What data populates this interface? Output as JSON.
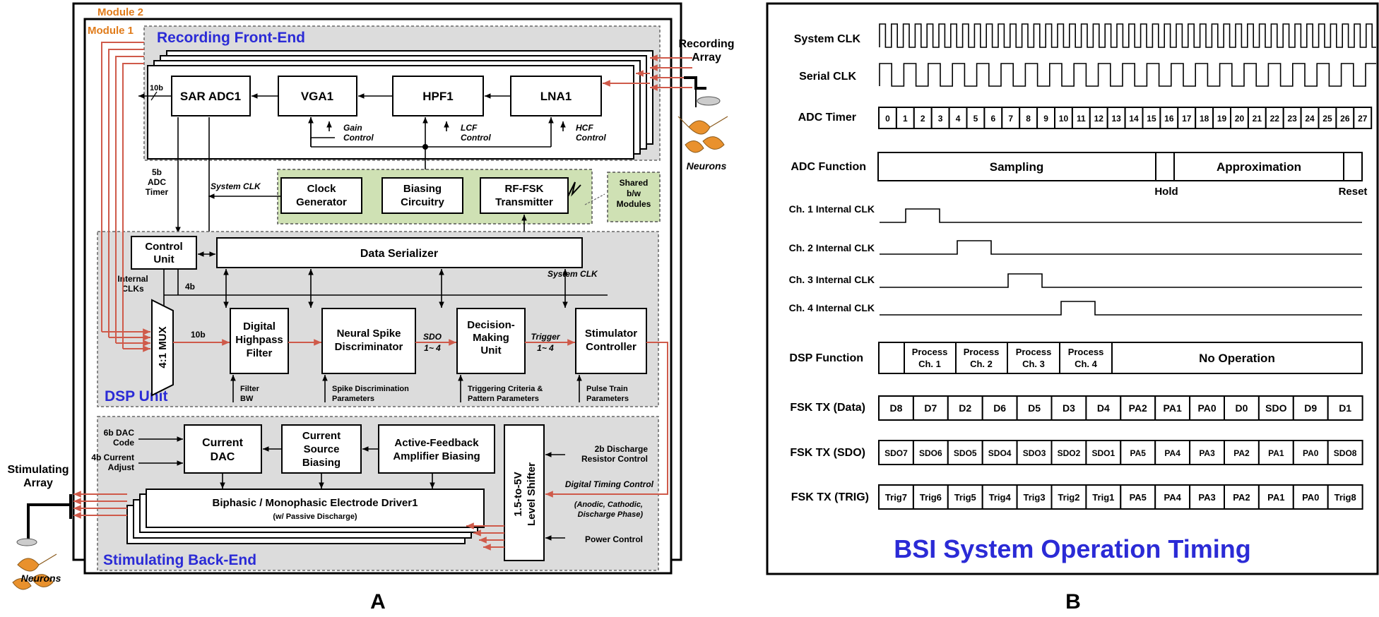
{
  "panel_a": {
    "letter": "A",
    "module2": "Module 2",
    "module1": "Module 1",
    "recording_front_end": "Recording Front-End",
    "dsp_unit": "DSP Unit",
    "stimulating_back_end": "Stimulating Back-End",
    "recording_array": [
      "Recording",
      "Array"
    ],
    "stimulating_array": [
      "Stimulating",
      "Array"
    ],
    "neurons": "Neurons",
    "blocks": {
      "sar_adc": "SAR ADC1",
      "vga": "VGA1",
      "hpf": "HPF1",
      "lna": "LNA1",
      "clock_gen": [
        "Clock",
        "Generator"
      ],
      "biasing": [
        "Biasing",
        "Circuitry"
      ],
      "rf_fsk": [
        "RF-FSK",
        "Transmitter"
      ],
      "shared": [
        "Shared",
        "b/w",
        "Modules"
      ],
      "control_unit": [
        "Control",
        "Unit"
      ],
      "data_serializer": "Data Serializer",
      "mux": "4:1 MUX",
      "dhf": [
        "Digital",
        "Highpass",
        "Filter"
      ],
      "nsd": [
        "Neural Spike",
        "Discriminator"
      ],
      "dmu": [
        "Decision-",
        "Making",
        "Unit"
      ],
      "stim_ctrl": [
        "Stimulator",
        "Controller"
      ],
      "current_dac": [
        "Current",
        "DAC"
      ],
      "csb": [
        "Current",
        "Source",
        "Biasing"
      ],
      "afab": [
        "Active-Feedback",
        "Amplifier Biasing"
      ],
      "driver": [
        "Biphasic / Monophasic Electrode Driver1",
        "(w/ Passive Discharge)"
      ],
      "level_shifter": [
        "1.5-to-5V",
        "Level Shifter"
      ]
    },
    "signals": {
      "bits_10b": "10b",
      "gain": [
        "Gain",
        "Control"
      ],
      "lcf": [
        "LCF",
        "Control"
      ],
      "hcf": [
        "HCF",
        "Control"
      ],
      "adc_timer": [
        "5b",
        "ADC",
        "Timer"
      ],
      "system_clk": "System CLK",
      "internal_clks": [
        "Internal",
        "CLKs"
      ],
      "bits_4b": "4b",
      "sdo": [
        "SDO",
        "1~ 4"
      ],
      "trigger": [
        "Trigger",
        "1~ 4"
      ],
      "filter_bw": [
        "Filter",
        "BW"
      ],
      "spike_params": [
        "Spike Discrimination",
        "Parameters"
      ],
      "trig_params": [
        "Triggering Criteria &",
        "Pattern Parameters"
      ],
      "pulse_params": [
        "Pulse Train",
        "Parameters"
      ],
      "dac_code": [
        "6b DAC",
        "Code"
      ],
      "current_adjust": [
        "4b Current",
        "Adjust"
      ],
      "discharge": [
        "2b Discharge",
        "Resistor Control"
      ],
      "digital_timing": "Digital Timing Control",
      "phases": [
        "(Anodic, Cathodic,",
        "Discharge Phase)"
      ],
      "power_control": "Power Control"
    }
  },
  "panel_b": {
    "letter": "B",
    "title": "BSI System Operation Timing",
    "rows": {
      "system_clk": "System CLK",
      "serial_clk": "Serial CLK",
      "adc_timer": "ADC Timer",
      "adc_function": "ADC Function",
      "ch1": "Ch. 1 Internal CLK",
      "ch2": "Ch. 2 Internal CLK",
      "ch3": "Ch. 3 Internal CLK",
      "ch4": "Ch. 4 Internal CLK",
      "dsp_function": "DSP Function",
      "fsk_data": "FSK TX (Data)",
      "fsk_sdo": "FSK TX (SDO)",
      "fsk_trig": "FSK TX (TRIG)"
    },
    "timer_cells": [
      "0",
      "1",
      "2",
      "3",
      "4",
      "5",
      "6",
      "7",
      "8",
      "9",
      "10",
      "11",
      "12",
      "13",
      "14",
      "15",
      "16",
      "17",
      "18",
      "19",
      "20",
      "21",
      "22",
      "23",
      "24",
      "25",
      "26",
      "27"
    ],
    "adc_function": {
      "sampling": "Sampling",
      "approximation": "Approximation",
      "hold": "Hold",
      "reset": "Reset"
    },
    "dsp_cells": [
      "",
      "Process Ch. 1",
      "Process Ch. 2",
      "Process Ch. 3",
      "Process Ch. 4",
      "No Operation"
    ],
    "fsk_data": [
      "D8",
      "D7",
      "D2",
      "D6",
      "D5",
      "D3",
      "D4",
      "PA2",
      "PA1",
      "PA0",
      "D0",
      "SDO",
      "D9",
      "D1"
    ],
    "fsk_sdo": [
      "SDO7",
      "SDO6",
      "SDO5",
      "SDO4",
      "SDO3",
      "SDO2",
      "SDO1",
      "PA5",
      "PA4",
      "PA3",
      "PA2",
      "PA1",
      "PA0",
      "SDO8"
    ],
    "fsk_trig": [
      "Trig7",
      "Trig6",
      "Trig5",
      "Trig4",
      "Trig3",
      "Trig2",
      "Trig1",
      "PA5",
      "PA4",
      "PA3",
      "PA2",
      "PA1",
      "PA0",
      "Trig8"
    ]
  }
}
